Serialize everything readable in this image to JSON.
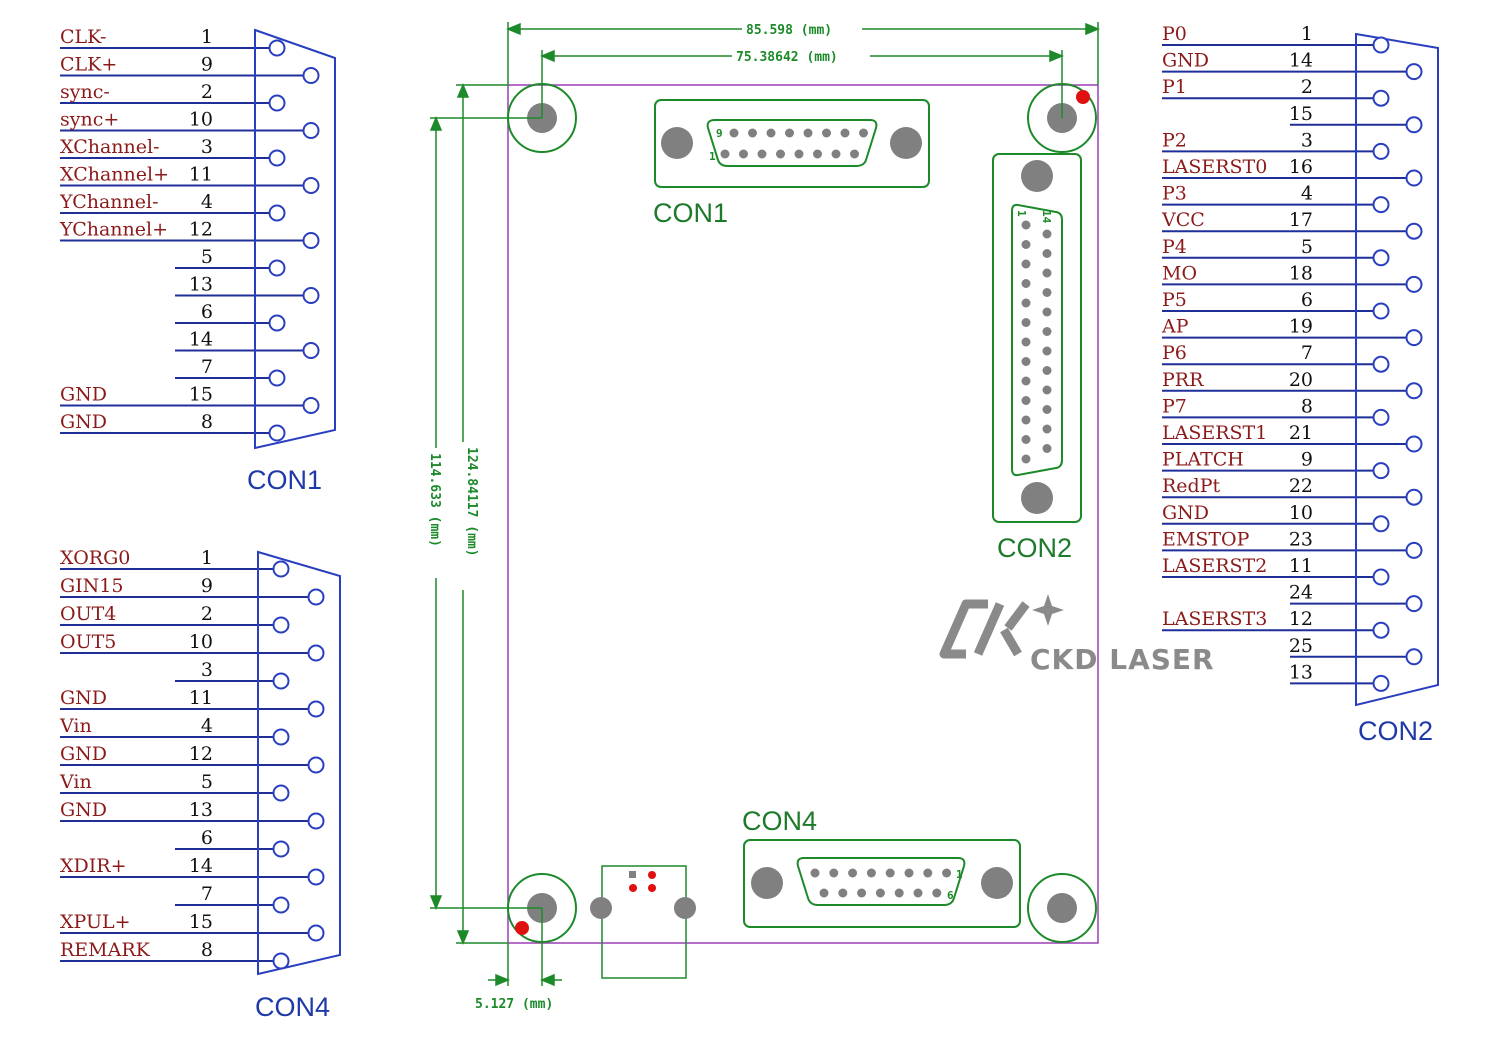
{
  "colors": {
    "signal": "#8b1a1a",
    "wire": "#1f2f9a",
    "connector": "#2a3fbf",
    "pcb": "#1d8a2a",
    "board_outline": "#9b3fb5",
    "marker": "#e01010",
    "logo": "#8a8a8a"
  },
  "con1_pinout": {
    "title": "CON1",
    "rows": [
      {
        "label": "CLK-",
        "pin": "1"
      },
      {
        "label": "CLK+",
        "pin": "9"
      },
      {
        "label": "sync-",
        "pin": "2"
      },
      {
        "label": "sync+",
        "pin": "10"
      },
      {
        "label": "XChannel-",
        "pin": "3"
      },
      {
        "label": "XChannel+",
        "pin": "11"
      },
      {
        "label": "YChannel-",
        "pin": "4"
      },
      {
        "label": "YChannel+",
        "pin": "12"
      },
      {
        "label": "",
        "pin": "5"
      },
      {
        "label": "",
        "pin": "13"
      },
      {
        "label": "",
        "pin": "6"
      },
      {
        "label": "",
        "pin": "14"
      },
      {
        "label": "",
        "pin": "7"
      },
      {
        "label": "GND",
        "pin": "15"
      },
      {
        "label": "GND",
        "pin": "8"
      }
    ]
  },
  "con4_pinout": {
    "title": "CON4",
    "rows": [
      {
        "label": "XORG0",
        "pin": "1"
      },
      {
        "label": "GIN15",
        "pin": "9"
      },
      {
        "label": "OUT4",
        "pin": "2"
      },
      {
        "label": "OUT5",
        "pin": "10"
      },
      {
        "label": "",
        "pin": "3"
      },
      {
        "label": "GND",
        "pin": "11"
      },
      {
        "label": "Vin",
        "pin": "4"
      },
      {
        "label": "GND",
        "pin": "12"
      },
      {
        "label": "Vin",
        "pin": "5"
      },
      {
        "label": "GND",
        "pin": "13"
      },
      {
        "label": "",
        "pin": "6"
      },
      {
        "label": "XDIR+",
        "pin": "14"
      },
      {
        "label": "",
        "pin": "7"
      },
      {
        "label": "XPUL+",
        "pin": "15"
      },
      {
        "label": "REMARK",
        "pin": "8"
      }
    ]
  },
  "con2_pinout": {
    "title": "CON2",
    "rows": [
      {
        "label": "P0",
        "pin": "1"
      },
      {
        "label": "GND",
        "pin": "14"
      },
      {
        "label": "P1",
        "pin": "2"
      },
      {
        "label": "",
        "pin": "15"
      },
      {
        "label": "P2",
        "pin": "3"
      },
      {
        "label": "LASERST0",
        "pin": "16"
      },
      {
        "label": "P3",
        "pin": "4"
      },
      {
        "label": "VCC",
        "pin": "17"
      },
      {
        "label": "P4",
        "pin": "5"
      },
      {
        "label": "MO",
        "pin": "18"
      },
      {
        "label": "P5",
        "pin": "6"
      },
      {
        "label": "AP",
        "pin": "19"
      },
      {
        "label": "P6",
        "pin": "7"
      },
      {
        "label": "PRR",
        "pin": "20"
      },
      {
        "label": "P7",
        "pin": "8"
      },
      {
        "label": "LASERST1",
        "pin": "21"
      },
      {
        "label": "PLATCH",
        "pin": "9"
      },
      {
        "label": "RedPt",
        "pin": "22"
      },
      {
        "label": "GND",
        "pin": "10"
      },
      {
        "label": "EMSTOP",
        "pin": "23"
      },
      {
        "label": "LASERST2",
        "pin": "11"
      },
      {
        "label": "",
        "pin": "24"
      },
      {
        "label": "LASERST3",
        "pin": "12"
      },
      {
        "label": "",
        "pin": "25"
      },
      {
        "label": "",
        "pin": "13"
      }
    ]
  },
  "board": {
    "con1_label": "CON1",
    "con2_label": "CON2",
    "con4_label": "CON4",
    "con1_pin_9": "9",
    "con1_pin_1": "1",
    "con2_pin_1": "1",
    "con2_pin_14": "14",
    "con4_pin_1": "1",
    "con4_pin_6": "6",
    "dim_width": "85.598 (mm)",
    "dim_hole_x": "75.38642 (mm)",
    "dim_height": "114.633 (mm)",
    "dim_height_outer": "124.84117 (mm)",
    "dim_offset": "5.127 (mm)"
  },
  "logo": {
    "text": "CKD LASER",
    "icon": "ckd-logo-icon"
  }
}
